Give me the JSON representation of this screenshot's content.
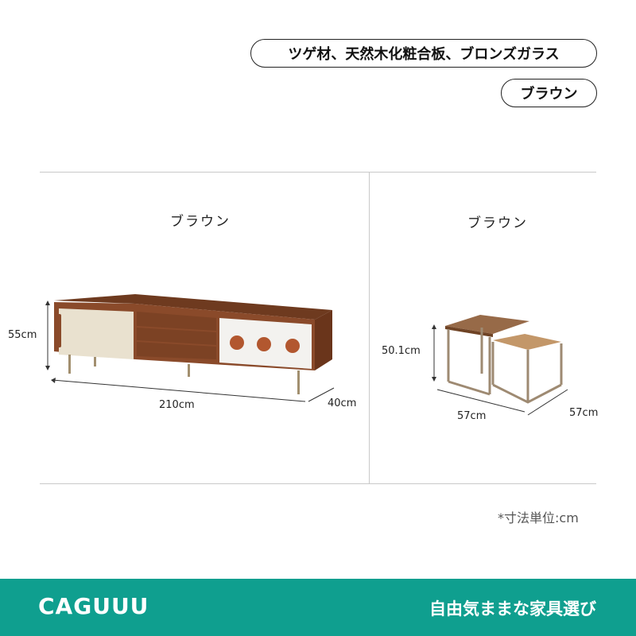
{
  "tags": {
    "material": "ツゲ材、天然木化粧合板、ブロンズガラス",
    "color": "ブラウン"
  },
  "left_panel": {
    "color_label": "ブラウン",
    "height": "55cm",
    "width": "210cm",
    "depth": "40cm"
  },
  "right_panel": {
    "color_label": "ブラウン",
    "height": "50.1cm",
    "width": "57cm",
    "depth": "57cm"
  },
  "note": "*寸法単位:cm",
  "footer": {
    "brand": "CAGUUU",
    "slogan": "自由気ままな家具選び"
  },
  "colors": {
    "accent": "#0f9f8f",
    "wood": "#8a4a2a",
    "panel": "#e9e1cf",
    "glass": "#b9854f"
  }
}
